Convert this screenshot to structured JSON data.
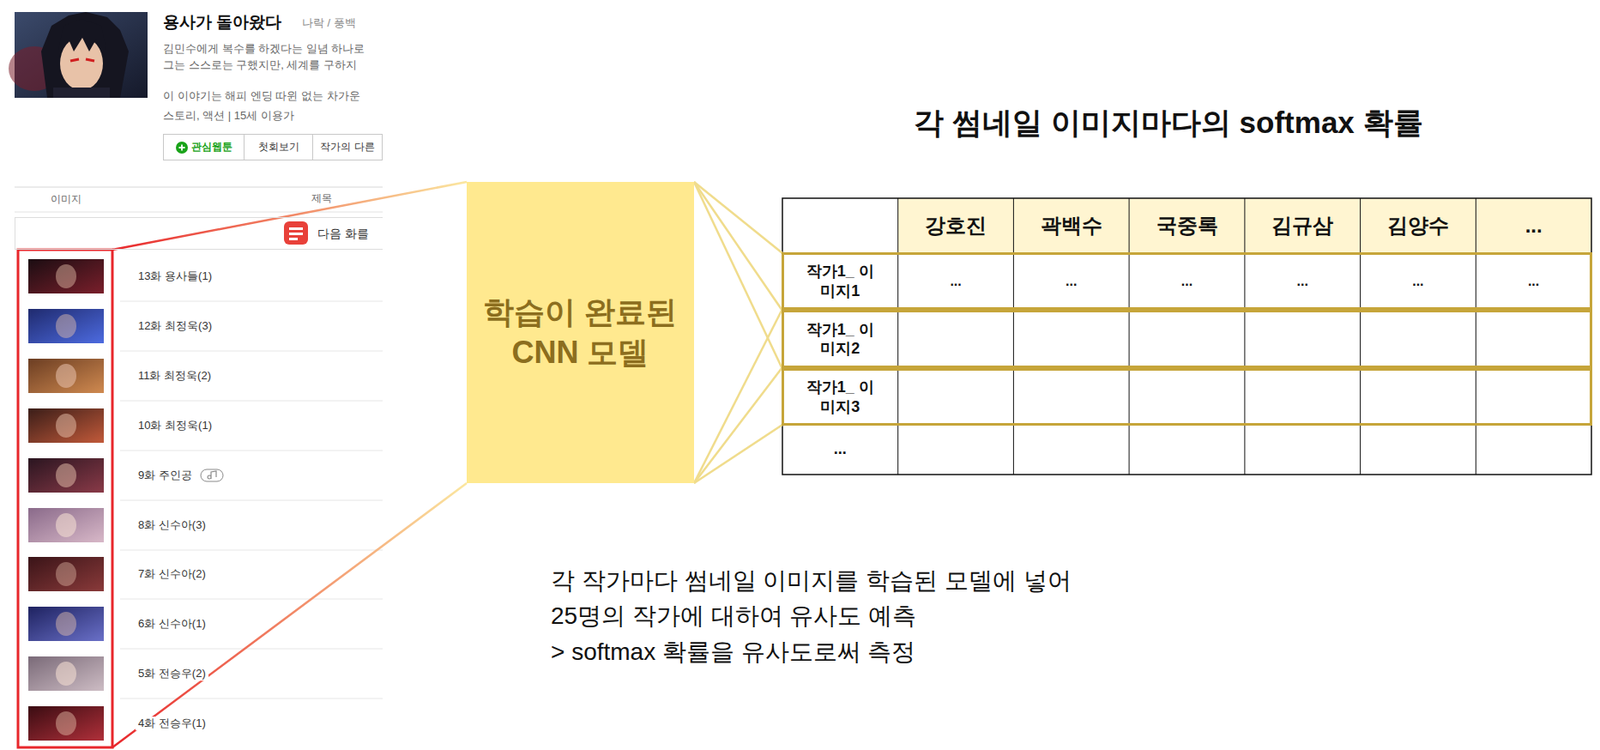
{
  "diagram": {
    "title": "각 썸네일 이미지마다의 softmax 확률",
    "nodes": [
      {
        "text": [
          "관심웹툰"
        ]
      },
      {
        "text": [
          "첫회보기"
        ]
      },
      {
        "text": [
          "작가의 다른"
        ]
      },
      {
        "text": [
          "다음 화를"
        ]
      },
      {
        "text": [
          "학습이 완료된 CNN 모델"
        ]
      },
      {
        "text": [
          "작가1_ 이미지1",
          "...",
          "...",
          "...",
          "...",
          "...",
          "..."
        ]
      },
      {
        "text": [
          "작가1_ 이미지2"
        ]
      },
      {
        "text": [
          "작가1_ 이미지3"
        ]
      }
    ],
    "edges": [
      {
        "from": 4,
        "to": 5,
        "arrow": "none"
      },
      {
        "from": 4,
        "to": 5,
        "arrow": "none"
      },
      {
        "from": 4,
        "to": 6,
        "arrow": "none"
      },
      {
        "from": 4,
        "to": 6,
        "arrow": "none"
      },
      {
        "from": 4,
        "to": 7,
        "arrow": "none"
      },
      {
        "from": 4,
        "to": 7,
        "arrow": "none"
      }
    ],
    "labels": [
      "용사가 돌아왔다",
      "나락 / 풍백",
      "김민수에게 복수를 하겠다는 일념 하나로",
      "그는 스스로는 구했지만, 세계를 구하지",
      "이 이야기는 해피 엔딩 따윈 없는 차가운",
      "스토리, 액션 | 15세 이용가",
      "이미지",
      "제목",
      "13화 용사들(1)",
      "12화 최정욱(3)",
      "11화 최정욱(2)",
      "10화 최정욱(1)",
      "9화 주인공",
      "8화 신수아(3)",
      "7화 신수아(2)",
      "6화 신수아(1)",
      "5화 전승우(2)",
      "4화 전승우(1)",
      "강호진",
      "곽백수",
      "국중록",
      "김규삼",
      "김양수",
      "...",
      "...",
      "각 작가마다 썸네일 이미지를 학습된 모델에 넣어",
      "25명의 작가에 대하여 유사도 예측",
      "> softmax 확률을 유사도로써 측정"
    ]
  }
}
